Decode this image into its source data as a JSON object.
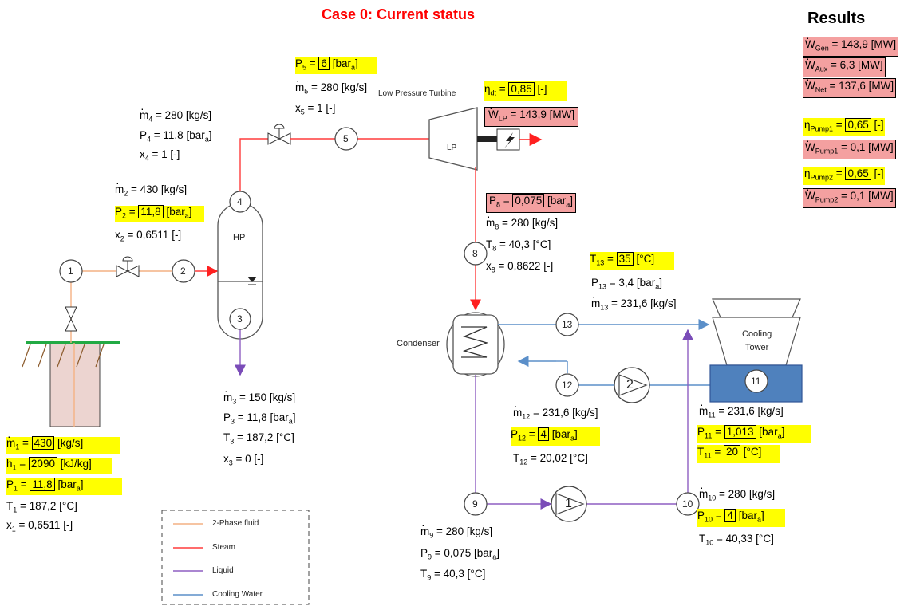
{
  "title": "Case 0: Current status",
  "results": {
    "heading": "Results",
    "w_gen": "W",
    "w_gen_sub": "Gen",
    "w_gen_val": " = 143,9 [MW]",
    "w_aux": "W",
    "w_aux_sub": "Aux",
    "w_aux_val": " = 6,3 [MW]",
    "w_net": "W",
    "w_net_sub": "Net",
    "w_net_val": " = 137,6 [MW]",
    "eta_pump1_sym": "η",
    "eta_pump1_sub": "Pump1",
    "eta_pump1_eq": " = ",
    "eta_pump1_val": "0,65",
    "eta_pump1_unit": " [-]",
    "w_pump1": "W",
    "w_pump1_sub": "Pump1",
    "w_pump1_val": " = 0,1 [MW]",
    "eta_pump2_sym": "η",
    "eta_pump2_sub": "Pump2",
    "eta_pump2_eq": " = ",
    "eta_pump2_val": "0,65",
    "eta_pump2_unit": " [-]",
    "w_pump2": "W",
    "w_pump2_sub": "Pump2",
    "w_pump2_val": " = 0,1 [MW]"
  },
  "components": {
    "hp": "HP",
    "lp": "LP",
    "lp_turbine": "Low Pressure Turbine",
    "condenser": "Condenser",
    "cooling_tower_1": "Cooling",
    "cooling_tower_2": "Tower",
    "pump1": "1",
    "pump2": "2"
  },
  "nodes": [
    "1",
    "2",
    "3",
    "4",
    "5",
    "8",
    "9",
    "10",
    "11",
    "12",
    "13"
  ],
  "state1": {
    "m_sym": "m",
    "m_sub": "1",
    "m_eq": " = ",
    "m_val": "430",
    "m_unit": " [kg/s]",
    "h_sym": "h",
    "h_sub": "1",
    "h_eq": " = ",
    "h_val": "2090",
    "h_unit": " [kJ/kg]",
    "p_sym": "P",
    "p_sub": "1",
    "p_eq": " = ",
    "p_val": "11,8",
    "p_unit": " [bar",
    "p_unit_sub": "a",
    "p_unit_end": "]",
    "t": "T",
    "t_sub": "1",
    "t_val": " = 187,2 [°C]",
    "x": "x",
    "x_sub": "1",
    "x_val": " = 0,6511 [-]"
  },
  "state2": {
    "m": "m",
    "m_sub": "2",
    "m_val": " = 430 [kg/s]",
    "p_sym": "P",
    "p_sub": "2",
    "p_eq": " = ",
    "p_val": "11,8",
    "p_unit": " [bar",
    "p_unit_sub": "a",
    "p_unit_end": "]",
    "x": "x",
    "x_sub": "2",
    "x_val": " = 0,6511 [-]"
  },
  "state3": {
    "m": "m",
    "m_sub": "3",
    "m_val": " = 150 [kg/s]",
    "p": "P",
    "p_sub": "3",
    "p_val": " = 11,8 [bar",
    "p_unit_sub": "a",
    "p_end": "]",
    "t": "T",
    "t_sub": "3",
    "t_val": " = 187,2 [°C]",
    "x": "x",
    "x_sub": "3",
    "x_val": " = 0 [-]"
  },
  "state4": {
    "m": "m",
    "m_sub": "4",
    "m_val": " = 280 [kg/s]",
    "p": "P",
    "p_sub": "4",
    "p_val": " = 11,8 [bar",
    "p_unit_sub": "a",
    "p_end": "]",
    "x": "x",
    "x_sub": "4",
    "x_val": " = 1 [-]"
  },
  "state5": {
    "p_sym": "P",
    "p_sub": "5",
    "p_eq": " = ",
    "p_val": "6",
    "p_unit": " [bar",
    "p_unit_sub": "a",
    "p_unit_end": "]",
    "m": "m",
    "m_sub": "5",
    "m_val": " = 280 [kg/s]",
    "x": "x",
    "x_sub": "5",
    "x_val": " = 1 [-]"
  },
  "turbine": {
    "eta_sym": "η",
    "eta_sub": "dt",
    "eta_eq": " = ",
    "eta_val": "0,85",
    "eta_unit": " [-]",
    "w": "W",
    "w_sub": "LP",
    "w_val": " = 143,9 [MW]"
  },
  "state8": {
    "p_sym": "P",
    "p_sub": "8",
    "p_eq": " = ",
    "p_val": "0,075",
    "p_unit": " [bar",
    "p_unit_sub": "a",
    "p_unit_end": "]",
    "m": "m",
    "m_sub": "8",
    "m_val": " = 280 [kg/s]",
    "t": "T",
    "t_sub": "8",
    "t_val": " = 40,3 [°C]",
    "x": "x",
    "x_sub": "8",
    "x_val": " = 0,8622 [-]"
  },
  "state13": {
    "t_sym": "T",
    "t_sub": "13",
    "t_eq": " = ",
    "t_val": "35",
    "t_unit": " [°C]",
    "p": "P",
    "p_sub": "13",
    "p_val": " = 3,4 [bar",
    "p_unit_sub": "a",
    "p_end": "]",
    "m": "m",
    "m_sub": "13",
    "m_val": " = 231,6 [kg/s]"
  },
  "state12": {
    "m": "m",
    "m_sub": "12",
    "m_val": " = 231,6 [kg/s]",
    "p_sym": "P",
    "p_sub": "12",
    "p_eq": " = ",
    "p_val": "4",
    "p_unit": " [bar",
    "p_unit_sub": "a",
    "p_unit_end": "]",
    "t": "T",
    "t_sub": "12",
    "t_val": " = 20,02 [°C]"
  },
  "state11": {
    "m": "m",
    "m_sub": "11",
    "m_val": " = 231,6 [kg/s]",
    "p_sym": "P",
    "p_sub": "11",
    "p_eq": " = ",
    "p_val": "1,013",
    "p_unit": " [bar",
    "p_unit_sub": "a",
    "p_unit_end": "]",
    "t_sym": "T",
    "t_sub": "11",
    "t_eq": " = ",
    "t_val": "20",
    "t_unit": " [°C]"
  },
  "state10": {
    "m": "m",
    "m_sub": "10",
    "m_val": " = 280 [kg/s]",
    "p_sym": "P",
    "p_sub": "10",
    "p_eq": " = ",
    "p_val": "4",
    "p_unit": " [bar",
    "p_unit_sub": "a",
    "p_unit_end": "]",
    "t": "T",
    "t_sub": "10",
    "t_val": " = 40,33 [°C]"
  },
  "state9": {
    "m": "m",
    "m_sub": "9",
    "m_val": " = 280 [kg/s]",
    "p": "P",
    "p_sub": "9",
    "p_val": " = 0,075 [bar",
    "p_unit_sub": "a",
    "p_end": "]",
    "t": "T",
    "t_sub": "9",
    "t_val": " = 40,3 [°C]"
  },
  "legend": {
    "items": [
      {
        "label": "2-Phase fluid",
        "color": "#f4b183"
      },
      {
        "label": "Steam",
        "color": "#ff3b3b"
      },
      {
        "label": "Liquid",
        "color": "#8e5fc2"
      },
      {
        "label": "Cooling Water",
        "color": "#5b8fc9"
      }
    ]
  },
  "colors": {
    "two_phase": "#f4b183",
    "steam": "#ff3b3b",
    "liquid": "#8e5fc2",
    "cooling": "#5b8fc9",
    "input_highlight": "#ffff00",
    "result_highlight": "#f4a0a0",
    "title": "#ff0000"
  }
}
